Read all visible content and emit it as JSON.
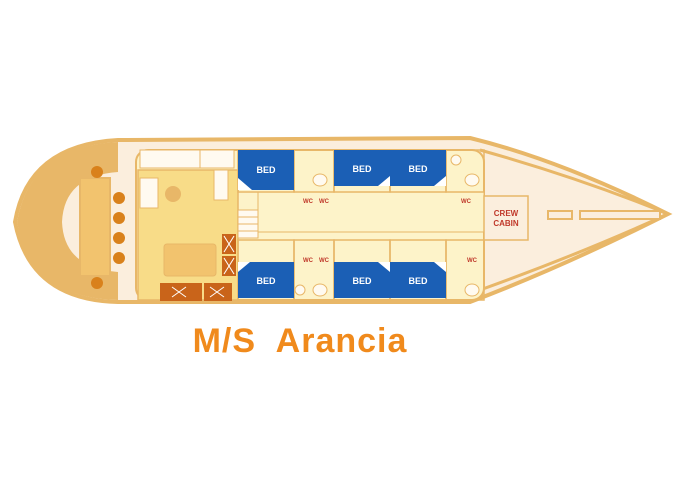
{
  "boat_name": "M/S  Arancia",
  "labels": {
    "bed": "BED",
    "wc": "WC",
    "crew_line1": "CREW",
    "crew_line2": "CABIN"
  },
  "colors": {
    "hull_outline": "#e8b768",
    "deck": "#fbeedd",
    "interior": "#fdf3c9",
    "salon": "#f8dc88",
    "bed": "#1b5fb5",
    "stool": "#d9811b",
    "crate": "#c9641a",
    "title": "#f08a1c",
    "wc_text": "#c0392b"
  }
}
